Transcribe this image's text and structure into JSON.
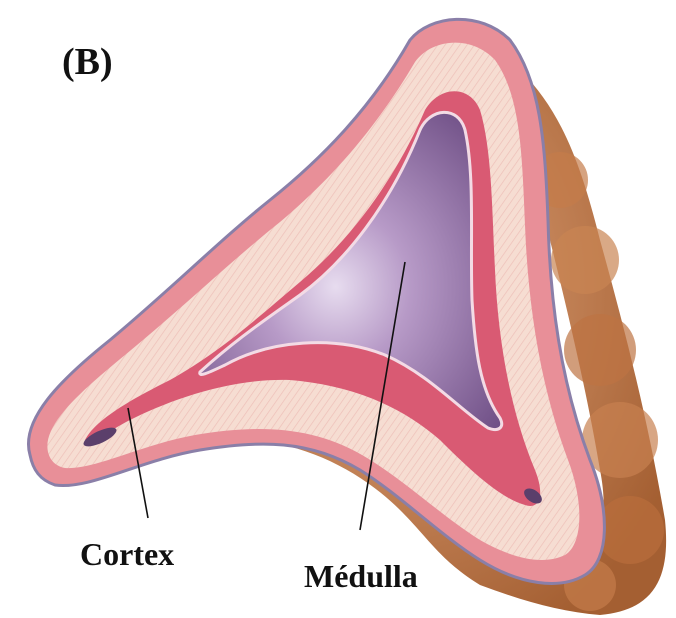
{
  "panel_label": "(B)",
  "labels": {
    "cortex": "Cortex",
    "medulla": "Médulla"
  },
  "colors": {
    "background": "#ffffff",
    "fat_tissue": "#b9703f",
    "capsule": "#8a7fa8",
    "cortex_outer": "#e88f98",
    "cortex_striated": "#f6ddd2",
    "cortex_inner_band": "#d95a73",
    "medulla": "#8f6a9e",
    "medulla_highlight": "#e7dcef",
    "leader_line": "#111111"
  }
}
